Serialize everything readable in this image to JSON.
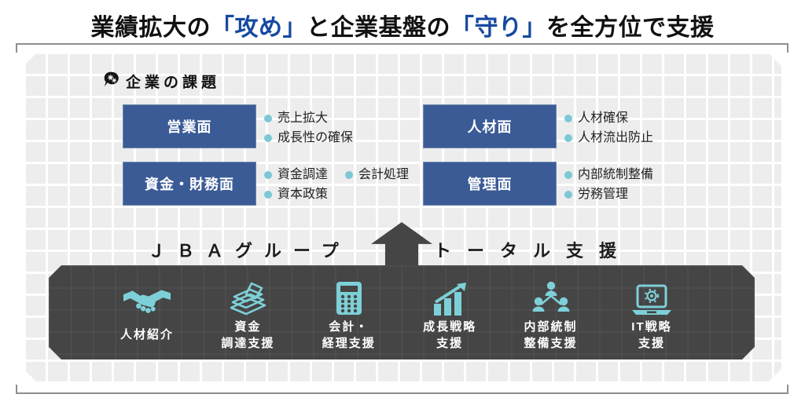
{
  "title": {
    "seg1": "業績拡大の",
    "seg2": "「攻め」",
    "seg3": "と企業基盤の",
    "seg4": "「守り」",
    "seg5": "を全方位で支援",
    "accent_color": "#15499f"
  },
  "challenges": {
    "header": "企業の課題",
    "box_color": "#3b5b97",
    "bullet_color": "#7cc8d5",
    "items": [
      {
        "category": "営業面",
        "bullets": [
          "売上拡大",
          "成長性の確保"
        ]
      },
      {
        "category": "人材面",
        "bullets": [
          "人材確保",
          "人材流出防止"
        ]
      },
      {
        "category": "資金・財務面",
        "bullets_row1": [
          "資金調達",
          "会計処理"
        ],
        "bullets_row2": [
          "資本政策"
        ]
      },
      {
        "category": "管理面",
        "bullets": [
          "内部統制整備",
          "労務管理"
        ]
      }
    ]
  },
  "support": {
    "group_label": "ＪＢＡグループ",
    "total_label": "トータル支援",
    "bar_color": "#454545",
    "icon_color": "#7ed0d8",
    "services": [
      {
        "icon": "handshake-icon",
        "label": "人材紹介"
      },
      {
        "icon": "money-stack-icon",
        "label": "資金\n調達支援"
      },
      {
        "icon": "calculator-icon",
        "label": "会計・\n経理支援"
      },
      {
        "icon": "growth-chart-icon",
        "label": "成長戦略\n支援"
      },
      {
        "icon": "org-chart-icon",
        "label": "内部統制\n整備支援"
      },
      {
        "icon": "it-laptop-icon",
        "label": "IT戦略\n支援"
      }
    ]
  }
}
